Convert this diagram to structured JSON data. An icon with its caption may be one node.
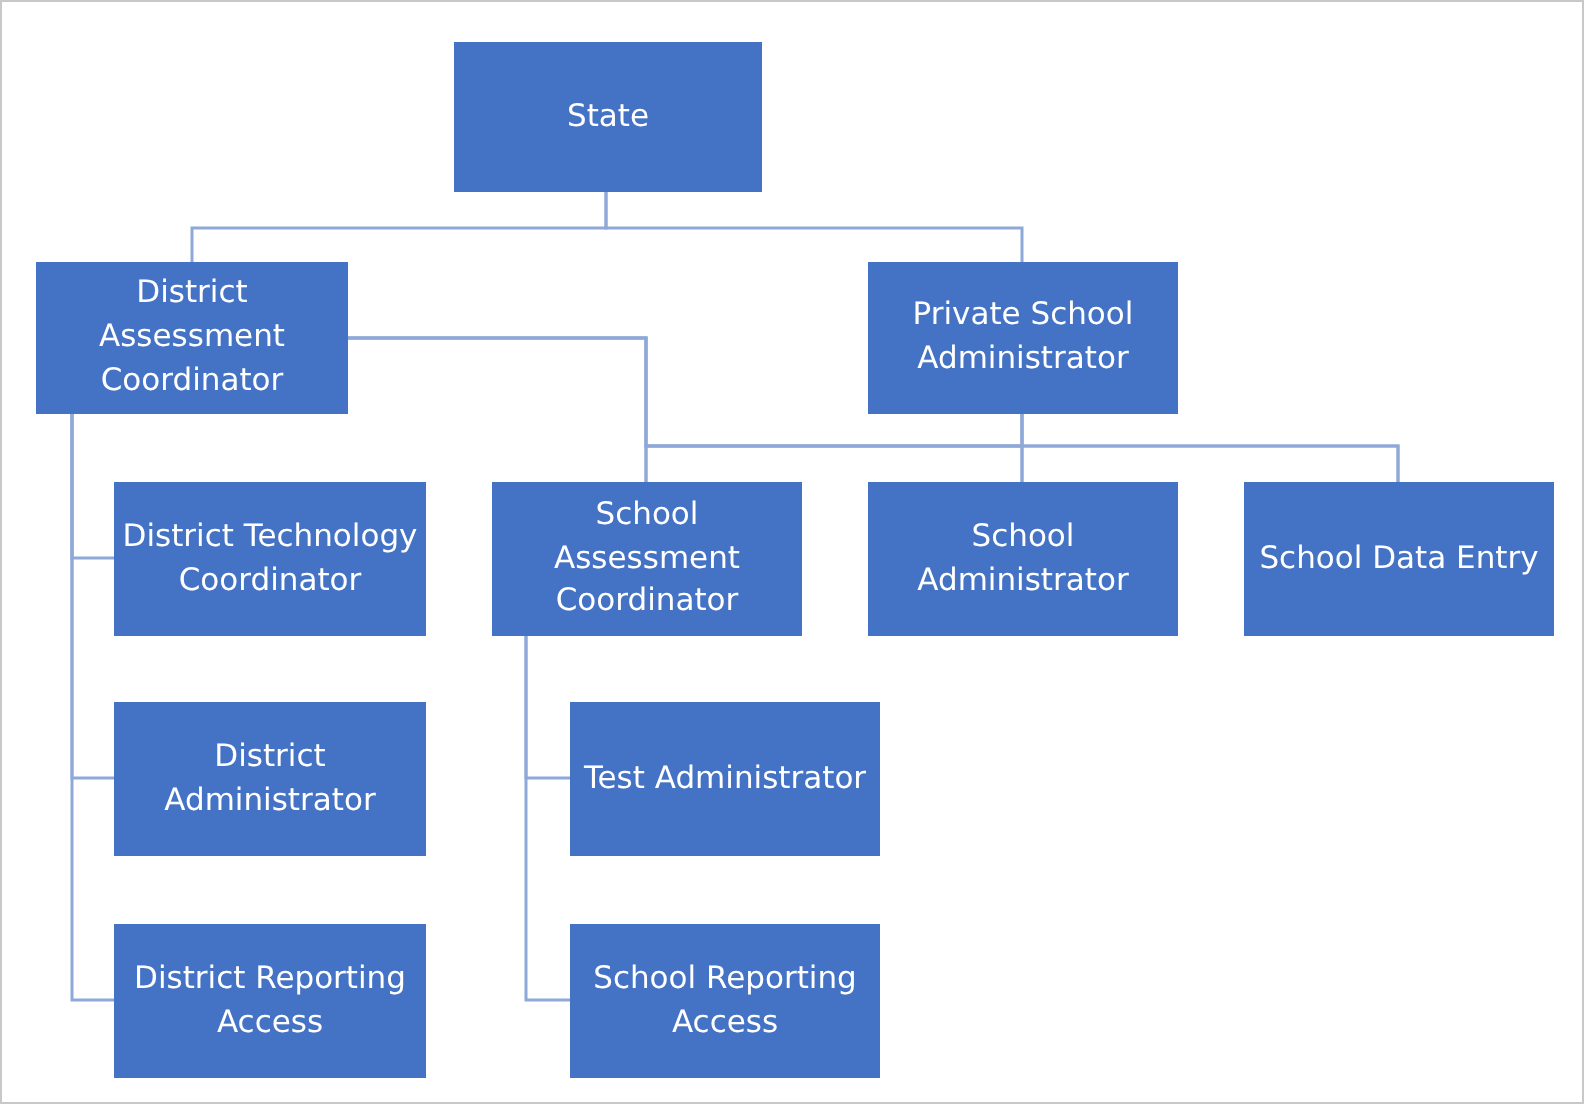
{
  "diagram": {
    "nodes": [
      {
        "text": [
          "State"
        ]
      },
      {
        "text": [
          "District Assessment Coordinator"
        ]
      },
      {
        "text": [
          "Private School Administrator"
        ]
      },
      {
        "text": [
          "District Technology Coordinator"
        ]
      },
      {
        "text": [
          "School Assessment Coordinator"
        ]
      },
      {
        "text": [
          "School Administrator"
        ]
      },
      {
        "text": [
          "School Data Entry"
        ]
      },
      {
        "text": [
          "District Administrator"
        ]
      },
      {
        "text": [
          "Test Administrator"
        ]
      },
      {
        "text": [
          "District Reporting Access"
        ]
      },
      {
        "text": [
          "School Reporting Access"
        ]
      }
    ],
    "edges": [
      {
        "from": 0,
        "to": 1,
        "arrow": "none"
      },
      {
        "from": 0,
        "to": 2,
        "arrow": "none"
      },
      {
        "from": 1,
        "to": 4,
        "arrow": "none"
      },
      {
        "from": 1,
        "to": 5,
        "arrow": "none"
      },
      {
        "from": 1,
        "to": 6,
        "arrow": "none"
      },
      {
        "from": 2,
        "to": 4,
        "arrow": "none"
      },
      {
        "from": 2,
        "to": 5,
        "arrow": "none"
      },
      {
        "from": 2,
        "to": 6,
        "arrow": "none"
      },
      {
        "from": 1,
        "to": 3,
        "arrow": "none"
      },
      {
        "from": 1,
        "to": 7,
        "arrow": "none"
      },
      {
        "from": 1,
        "to": 9,
        "arrow": "none"
      },
      {
        "from": 4,
        "to": 8,
        "arrow": "none"
      },
      {
        "from": 4,
        "to": 10,
        "arrow": "none"
      }
    ]
  }
}
